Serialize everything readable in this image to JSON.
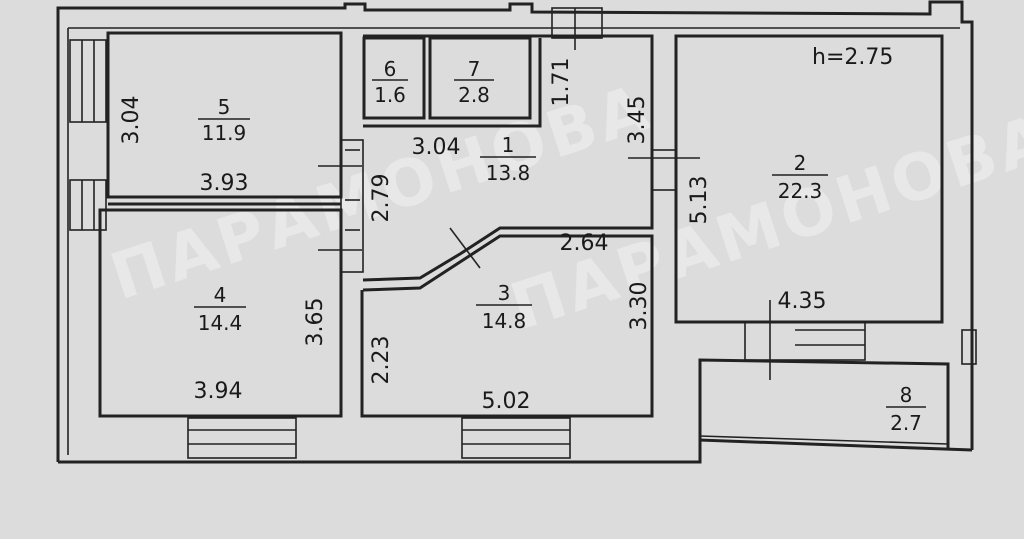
{
  "plan": {
    "ceiling_height": "h=2.75",
    "rooms": [
      {
        "id": "room-5",
        "number": "5",
        "area": "11.9"
      },
      {
        "id": "room-4",
        "number": "4",
        "area": "14.4"
      },
      {
        "id": "room-6",
        "number": "6",
        "area": "1.6"
      },
      {
        "id": "room-7",
        "number": "7",
        "area": "2.8"
      },
      {
        "id": "room-1",
        "number": "1",
        "area": "13.8"
      },
      {
        "id": "room-3",
        "number": "3",
        "area": "14.8"
      },
      {
        "id": "room-2",
        "number": "2",
        "area": "22.3"
      },
      {
        "id": "room-8",
        "number": "8",
        "area": "2.7"
      }
    ],
    "dimensions": {
      "d_3_04_left": "3.04",
      "d_3_93": "3.93",
      "d_3_65": "3.65",
      "d_3_94": "3.94",
      "d_2_79": "2.79",
      "d_2_23": "2.23",
      "d_3_04_hall": "3.04",
      "d_1_71": "1.71",
      "d_3_45": "3.45",
      "d_2_64": "2.64",
      "d_3_30": "3.30",
      "d_5_02": "5.02",
      "d_5_13": "5.13",
      "d_4_35": "4.35"
    },
    "watermark": "ПАРАМОНОВА"
  }
}
